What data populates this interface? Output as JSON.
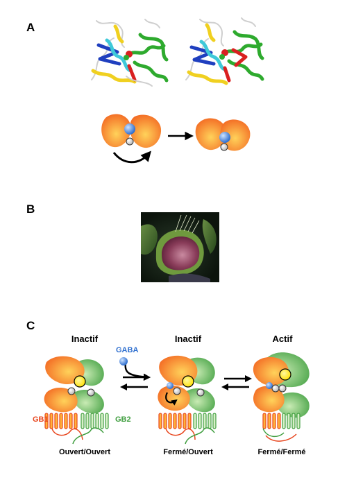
{
  "panels": {
    "a": {
      "letter": "A"
    },
    "b": {
      "letter": "B"
    },
    "c": {
      "letter": "C",
      "states": [
        {
          "title": "Inactif",
          "caption": "Ouvert/Ouvert"
        },
        {
          "title": "Inactif",
          "caption": "Fermé/Ouvert"
        },
        {
          "title": "Actif",
          "caption": "Fermé/Fermé"
        }
      ],
      "ligand": "GABA",
      "subunits": {
        "left": "GB1",
        "right": "GB2"
      }
    }
  },
  "colors": {
    "orange": "#f2601e",
    "orange_light": "#ffc94a",
    "green": "#3f9e3f",
    "green_light": "#b9e3a4",
    "ligand_blue": "#3f7fd9",
    "ligand_highlight": "#9fc8ff",
    "gaba_text": "#2f6fcf",
    "gb1_text": "#e8461e",
    "gb2_text": "#3f9e3f",
    "yellow_ball": "#ffea00",
    "ribbon_blue": "#1f3fbf",
    "ribbon_cyan": "#3fc9d9",
    "ribbon_green": "#2eaa2e",
    "ribbon_yellow": "#f0d020",
    "ribbon_red": "#d92020"
  }
}
